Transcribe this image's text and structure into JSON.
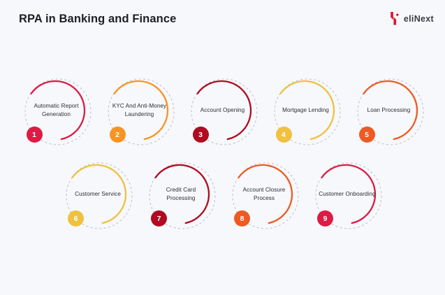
{
  "header": {
    "title": "RPA in Banking and Finance",
    "logo": {
      "mark": "elinext-n-mark-icon",
      "text": "eliNext",
      "mark_color": "#e2142e",
      "text_color": "#3a3d45"
    }
  },
  "canvas": {
    "background_color": "#f7f8fb",
    "dashed_ring_color": "#b9bec9",
    "label_color": "#2b2d33"
  },
  "diagram": {
    "type": "circular-node-list",
    "rows": [
      {
        "count": 5,
        "items": [
          0,
          1,
          2,
          3,
          4
        ]
      },
      {
        "count": 4,
        "items": [
          5,
          6,
          7,
          8
        ]
      }
    ],
    "nodes": [
      {
        "number": "1",
        "label": "Automatic Report Generation",
        "color": "#de1b43"
      },
      {
        "number": "2",
        "label": "KYC And Anti-Money Laundering",
        "color": "#f79421"
      },
      {
        "number": "3",
        "label": "Account Opening",
        "color": "#b00b20"
      },
      {
        "number": "4",
        "label": "Mortgage Lending",
        "color": "#f0c040"
      },
      {
        "number": "5",
        "label": "Loan Processing",
        "color": "#ee5a22"
      },
      {
        "number": "6",
        "label": "Customer Service",
        "color": "#f0c040"
      },
      {
        "number": "7",
        "label": "Credit Card Processing",
        "color": "#b00b20"
      },
      {
        "number": "8",
        "label": "Account Closure Process",
        "color": "#ee5a22"
      },
      {
        "number": "9",
        "label": "Customer Onboarding",
        "color": "#de1b43"
      }
    ]
  }
}
